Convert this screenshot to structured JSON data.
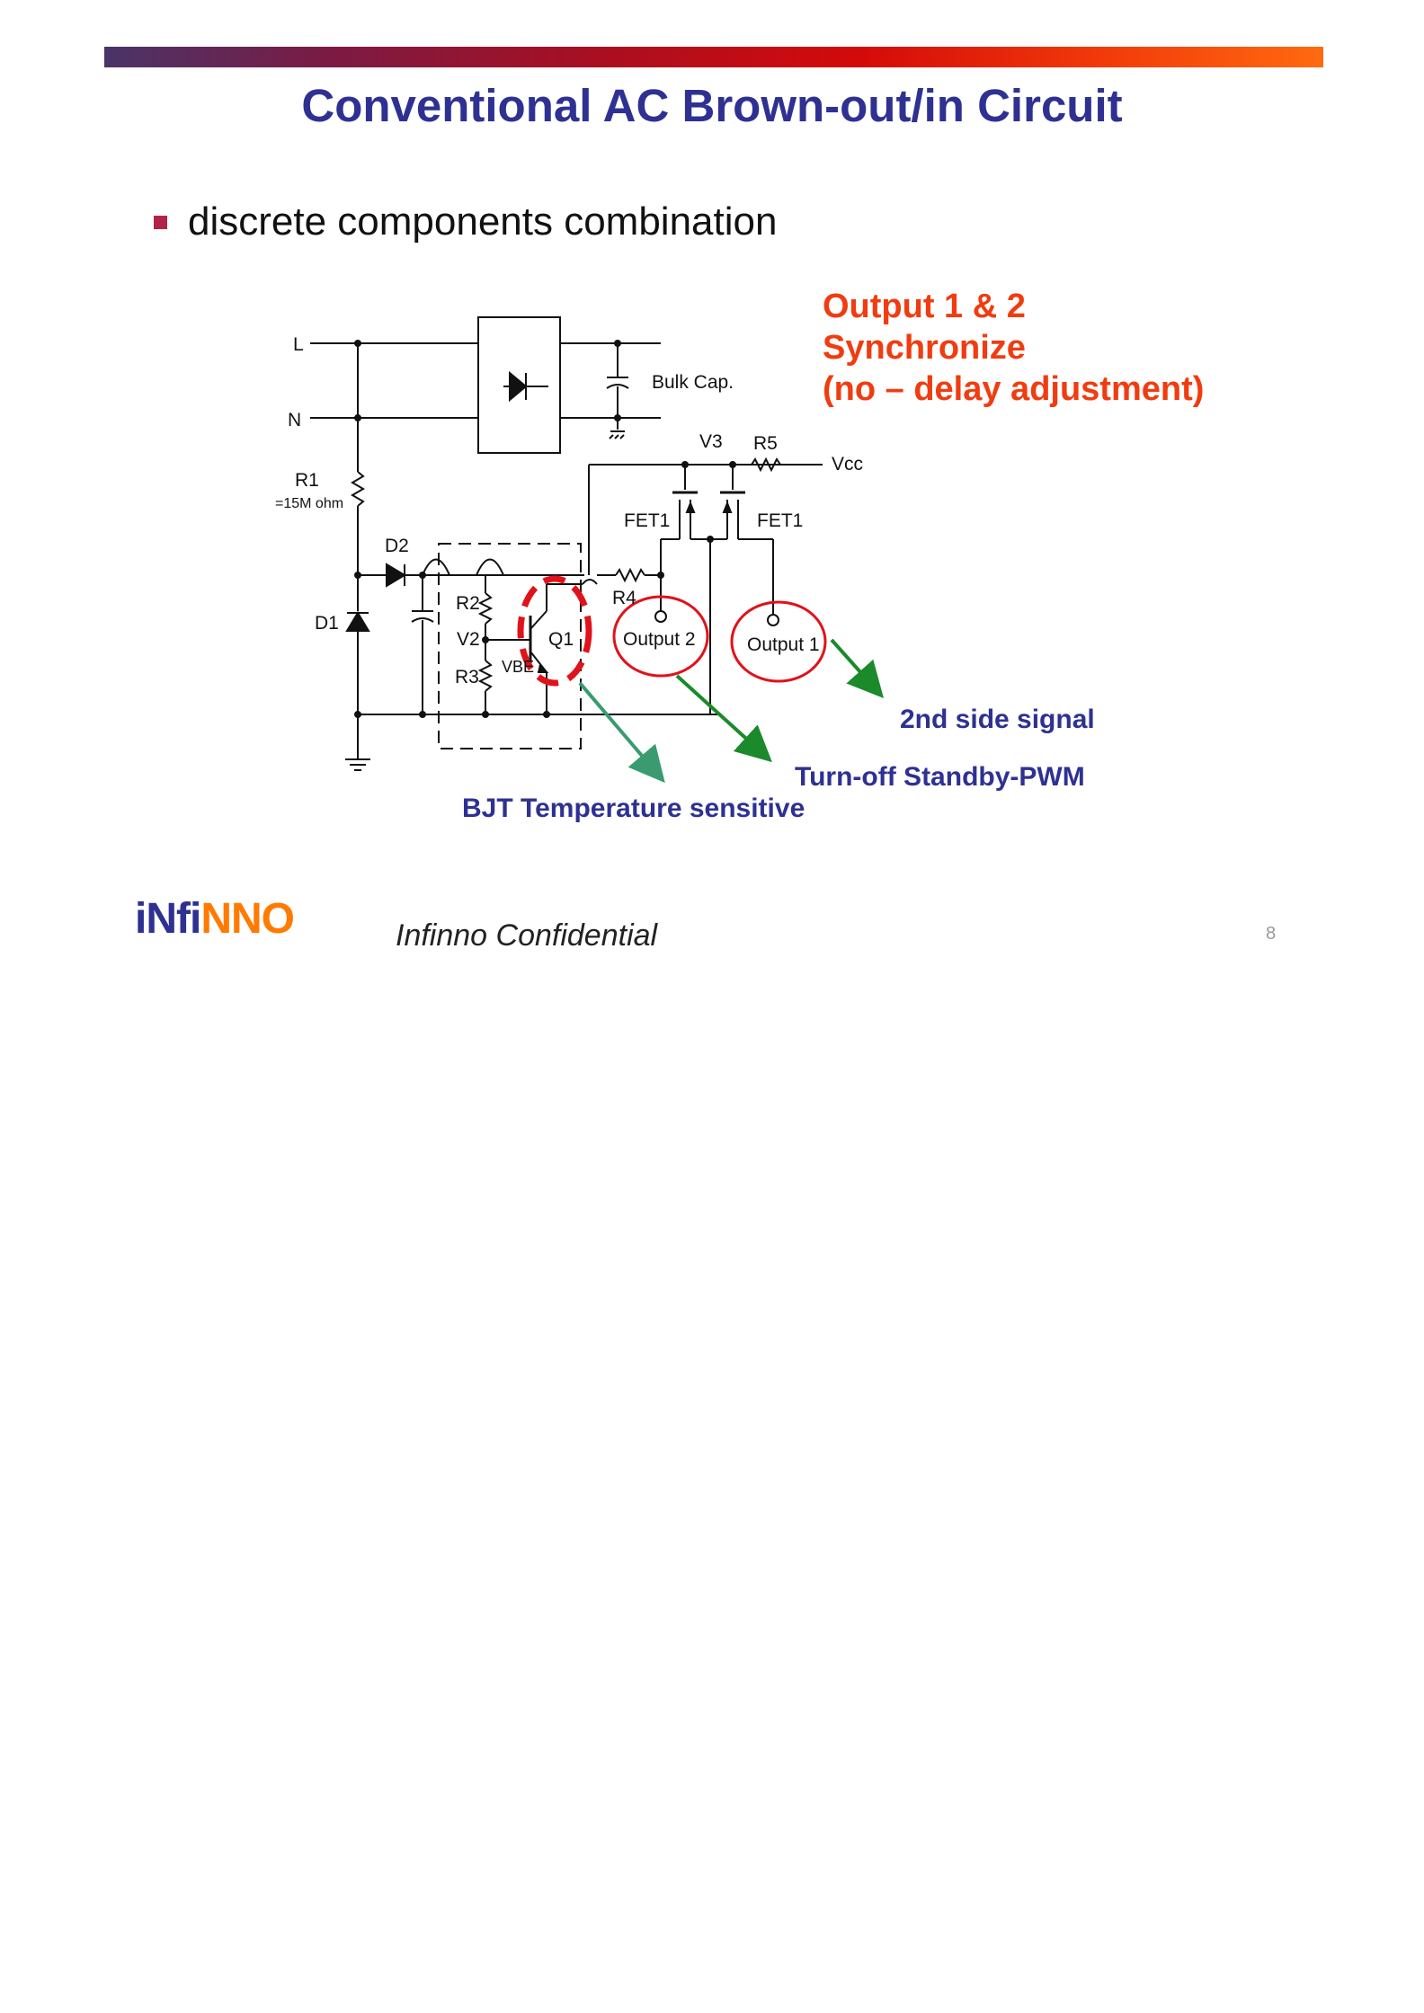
{
  "title": "Conventional AC Brown-out/in Circuit",
  "bullet": "discrete components combination",
  "annotation": {
    "line1": "Output 1 & 2",
    "line2": "Synchronize",
    "line3": "(no – delay adjustment)"
  },
  "callouts": {
    "second_side": "2nd side signal",
    "turn_off": "Turn-off Standby-PWM",
    "bjt": "BJT Temperature sensitive"
  },
  "circuit_labels": {
    "L": "L",
    "N": "N",
    "R1": "R1",
    "R1_value": "=15M ohm",
    "D1": "D1",
    "D2": "D2",
    "R2": "R2",
    "V2": "V2",
    "R3": "R3",
    "VBE": "VBE",
    "Q1": "Q1",
    "R4": "R4",
    "V3": "V3",
    "R5": "R5",
    "Vcc": "Vcc",
    "FET1_left": "FET1",
    "FET1_right": "FET1",
    "bulk_cap": "Bulk Cap.",
    "output2": "Output 2",
    "output1": "Output 1"
  },
  "footer": {
    "logo_a": "iNfi",
    "logo_b": "NNO",
    "confidential": "Infinno Confidential",
    "page": "8"
  },
  "colors": {
    "title": "#2e3192",
    "orange": "#f03c10",
    "highlight_red": "#e0121a",
    "arrow_green": "#1a8a2a"
  }
}
